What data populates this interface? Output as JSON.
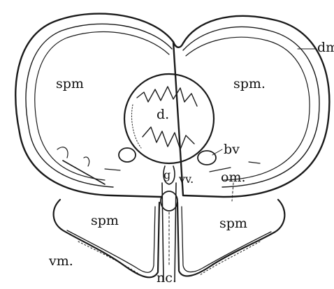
{
  "diagram": {
    "labels": {
      "dm": "dm",
      "spm_left_upper": "spm",
      "spm_right_upper": "spm.",
      "d": "d.",
      "bv": "bv",
      "om": "om.",
      "vv": "vv.",
      "g": "g",
      "spm_left_lower": "spm",
      "spm_right_lower": "spm",
      "vm": "vm.",
      "nc": "nc."
    }
  }
}
